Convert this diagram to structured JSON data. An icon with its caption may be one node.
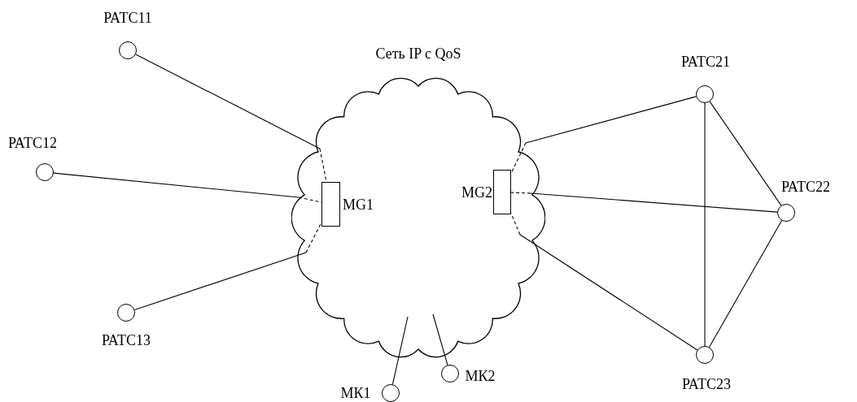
{
  "diagram": {
    "nodes": [
      {
        "text": [
          "Сеть IP с QoS"
        ]
      },
      {
        "text": [
          "MG1"
        ],
        "in": 0
      },
      {
        "text": [
          "MG2"
        ],
        "in": 0
      },
      {
        "text": [
          "РАТС11"
        ]
      },
      {
        "text": [
          "РАТС12"
        ]
      },
      {
        "text": [
          "РАТС13"
        ]
      },
      {
        "text": [
          "РАТС21"
        ]
      },
      {
        "text": [
          "РАТС22"
        ]
      },
      {
        "text": [
          "РАТС23"
        ]
      },
      {
        "text": [
          "МК1"
        ]
      },
      {
        "text": [
          "МК2"
        ]
      }
    ],
    "edges": [
      {
        "from": 3,
        "to": 0,
        "arrow": "none"
      },
      {
        "from": 0,
        "to": 1,
        "arrow": "none",
        "style": "dashed"
      },
      {
        "from": 4,
        "to": 0,
        "arrow": "none"
      },
      {
        "from": 0,
        "to": 1,
        "arrow": "none",
        "style": "dashed"
      },
      {
        "from": 5,
        "to": 0,
        "arrow": "none"
      },
      {
        "from": 0,
        "to": 1,
        "arrow": "none",
        "style": "dashed"
      },
      {
        "from": 6,
        "to": 0,
        "arrow": "none"
      },
      {
        "from": 0,
        "to": 2,
        "arrow": "none",
        "style": "dashed"
      },
      {
        "from": 7,
        "to": 0,
        "arrow": "none"
      },
      {
        "from": 0,
        "to": 2,
        "arrow": "none",
        "style": "dashed"
      },
      {
        "from": 8,
        "to": 0,
        "arrow": "none"
      },
      {
        "from": 0,
        "to": 2,
        "arrow": "none",
        "style": "dashed"
      },
      {
        "from": 9,
        "to": 0,
        "arrow": "none"
      },
      {
        "from": 10,
        "to": 0,
        "arrow": "none"
      },
      {
        "from": 6,
        "to": 7,
        "arrow": "none"
      },
      {
        "from": 6,
        "to": 8,
        "arrow": "none"
      },
      {
        "from": 7,
        "to": 8,
        "arrow": "none"
      }
    ]
  }
}
